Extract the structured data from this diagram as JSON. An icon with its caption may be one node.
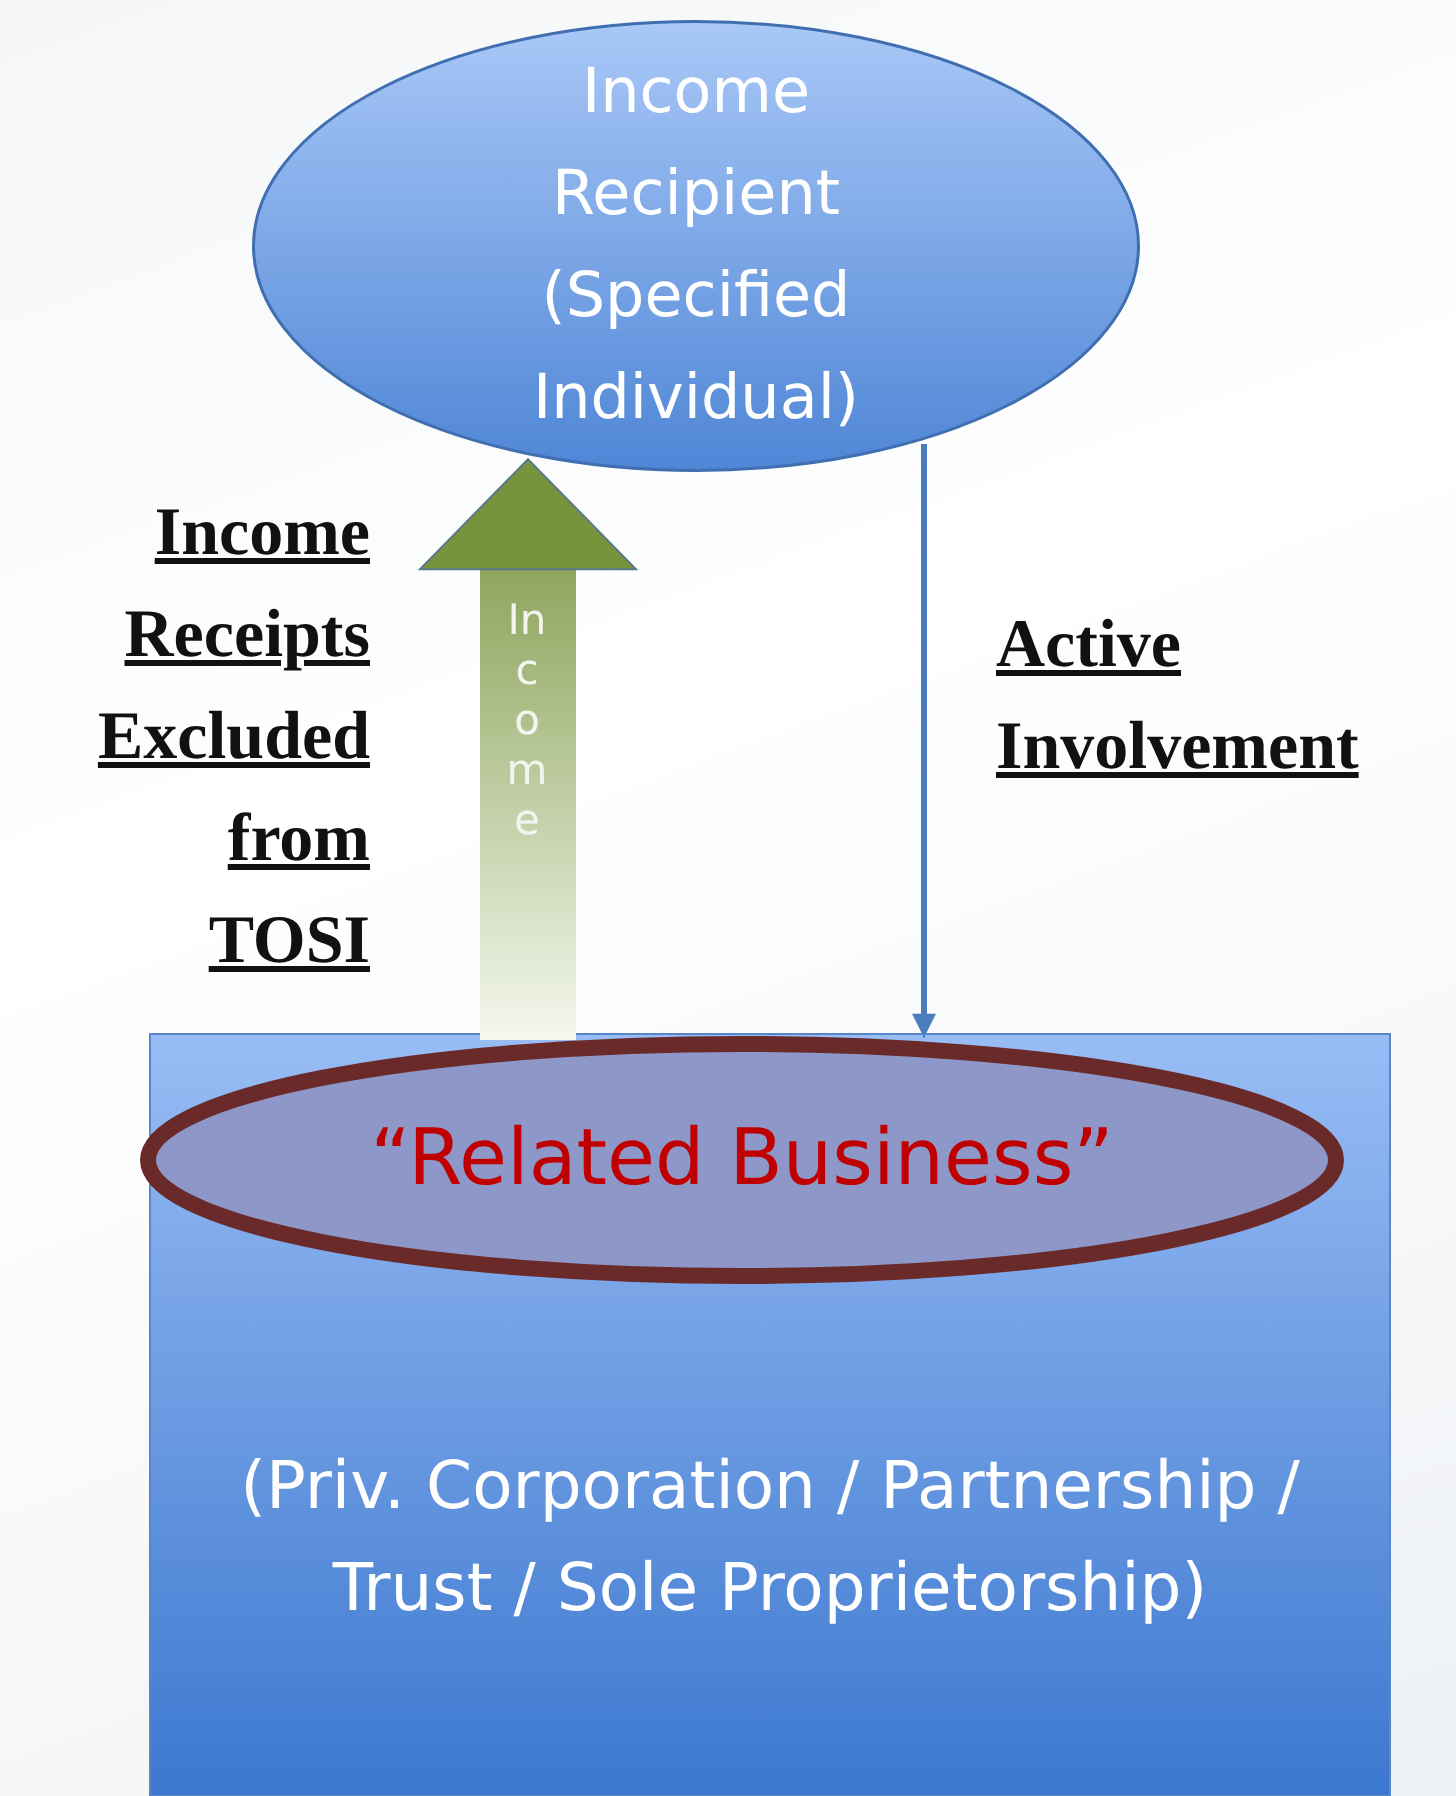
{
  "diagram": {
    "nodes": [
      {
        "text": [
          "Income Recipient (Specified Individual)"
        ]
      },
      {
        "text": [
          "(Priv. Corporation / Partnership / Trust / Sole Proprietorship)"
        ]
      },
      {
        "text": [
          "“Related Business”"
        ],
        "in": 1
      }
    ],
    "edges": [
      {
        "from": 2,
        "to": 0,
        "arrow": "to",
        "label": "Income",
        "style": "thick",
        "color": "#77933c"
      },
      {
        "from": 0,
        "to": 2,
        "arrow": "to",
        "color": "#4a7ebb"
      }
    ],
    "labels": [
      "Income Receipts Excluded from TOSI",
      "Active Involvement"
    ]
  }
}
